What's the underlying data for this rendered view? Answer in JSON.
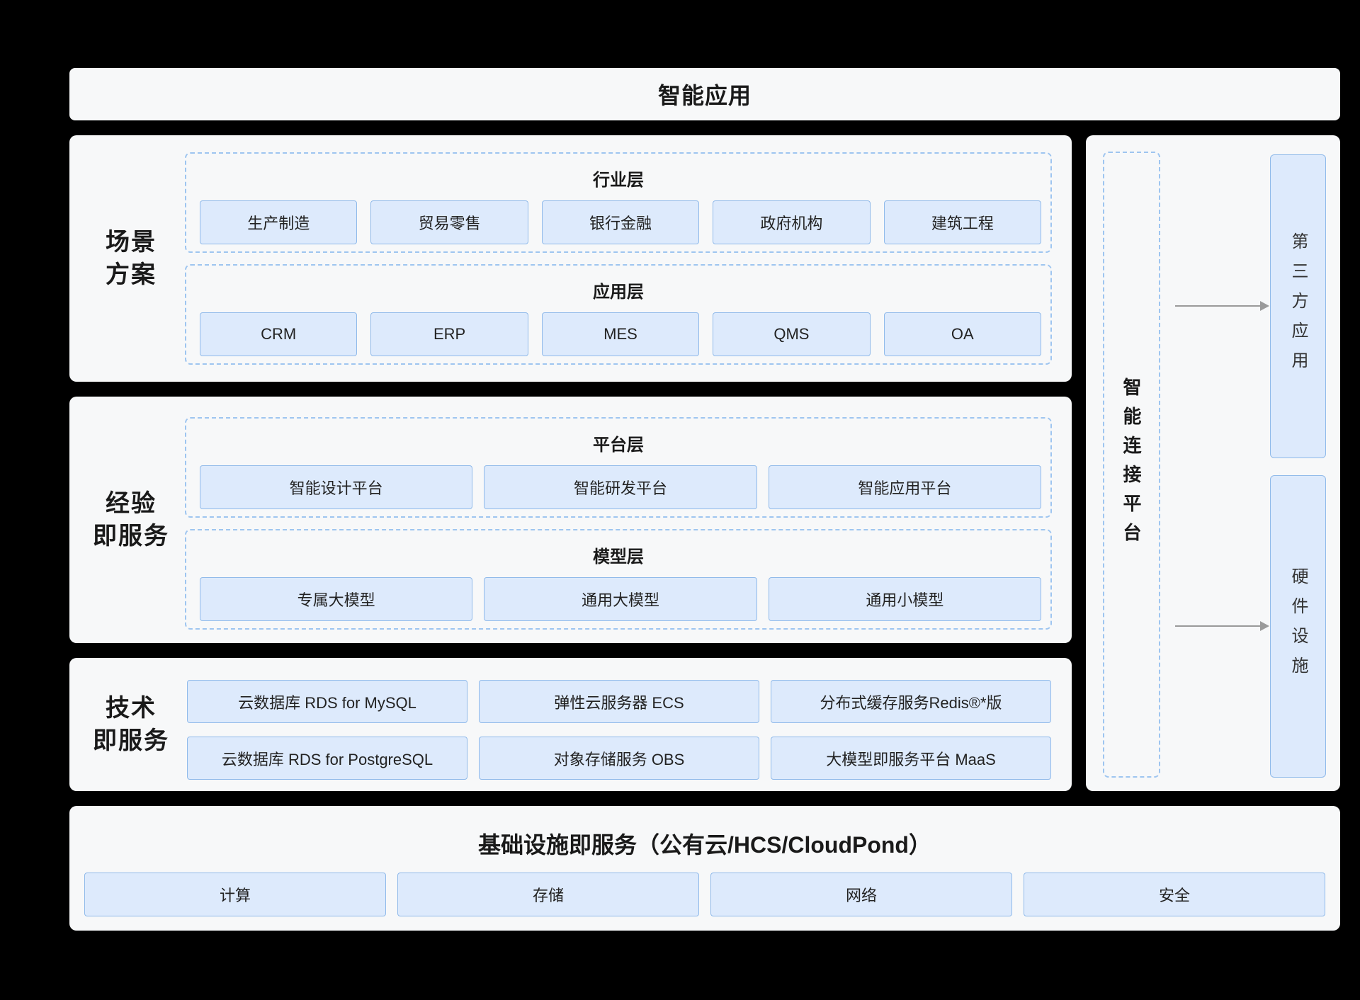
{
  "top_banner": {
    "title": "智能应用"
  },
  "scenario_panel": {
    "label_lines": [
      "场景",
      "方案"
    ],
    "industry_layer": {
      "title": "行业层",
      "items": [
        "生产制造",
        "贸易零售",
        "银行金融",
        "政府机构",
        "建筑工程"
      ]
    },
    "application_layer": {
      "title": "应用层",
      "items": [
        "CRM",
        "ERP",
        "MES",
        "QMS",
        "OA"
      ]
    }
  },
  "experience_panel": {
    "label_lines": [
      "经验",
      "即服务"
    ],
    "platform_layer": {
      "title": "平台层",
      "items": [
        "智能设计平台",
        "智能研发平台",
        "智能应用平台"
      ]
    },
    "model_layer": {
      "title": "模型层",
      "items": [
        "专属大模型",
        "通用大模型",
        "通用小模型"
      ]
    }
  },
  "technology_panel": {
    "label_lines": [
      "技术",
      "即服务"
    ],
    "rows": [
      [
        "云数据库 RDS for MySQL",
        "弹性云服务器 ECS",
        "分布式缓存服务Redis®*版"
      ],
      [
        "云数据库 RDS for PostgreSQL",
        "对象存储服务 OBS",
        "大模型即服务平台 MaaS"
      ]
    ]
  },
  "connection_panel": {
    "platform_label": "智能连接平台",
    "targets": [
      "第三方应用",
      "硬件设施"
    ]
  },
  "iaas_panel": {
    "title": "基础设施即服务（公有云/HCS/CloudPond）",
    "items": [
      "计算",
      "存储",
      "网络",
      "安全"
    ]
  },
  "colors": {
    "background": "#000000",
    "panel_bg": "#f7f8f9",
    "box_fill": "#ddeafc",
    "box_border": "#90baea",
    "dashed_border": "#9ec5f0",
    "arrow": "#9a9a9a",
    "text": "#1f1f1f"
  }
}
